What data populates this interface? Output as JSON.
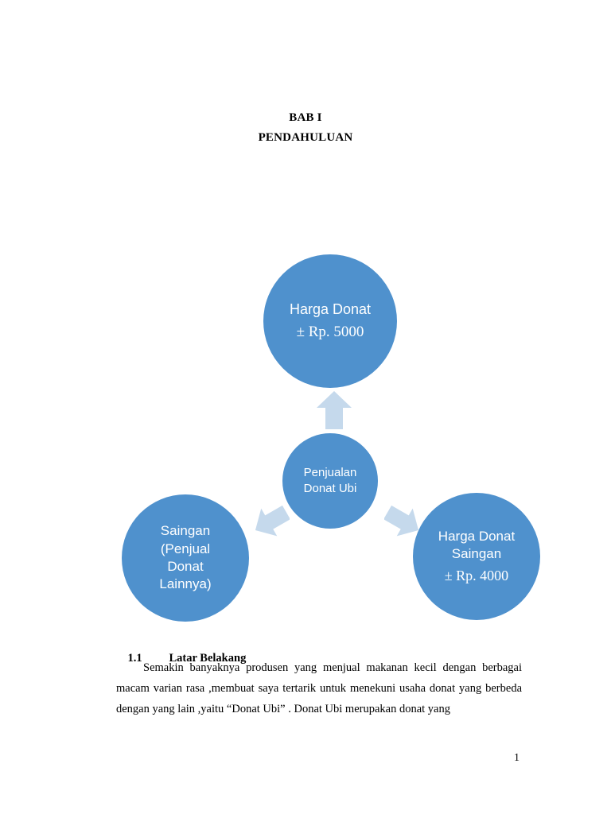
{
  "document": {
    "heading": {
      "line1": "BAB I",
      "line2": "PENDAHULUAN"
    },
    "diagram": {
      "center": {
        "line1": "Penjualan",
        "line2": "Donat Ubi"
      },
      "top": {
        "line1": "Harga Donat",
        "line2": "± Rp. 5000"
      },
      "right": {
        "line1": "Harga Donat",
        "line2": "Saingan",
        "line3": "± Rp. 4000"
      },
      "left": {
        "line1": "Saingan",
        "line2": "(Penjual",
        "line3": "Donat",
        "line4": "Lainnya)"
      },
      "colors": {
        "circle_fill": "#4F91CD",
        "arrow_fill": "#C5D9EC",
        "text": "#FFFFFF"
      }
    },
    "section": {
      "number": "1.1",
      "title": "Latar Belakang",
      "paragraph": "Semakin banyaknya produsen yang menjual makanan kecil dengan berbagai macam varian rasa ,membuat saya tertarik untuk menekuni usaha donat yang berbeda dengan yang lain ,yaitu “Donat Ubi” . Donat Ubi merupakan donat yang"
    },
    "page_number": "1"
  }
}
